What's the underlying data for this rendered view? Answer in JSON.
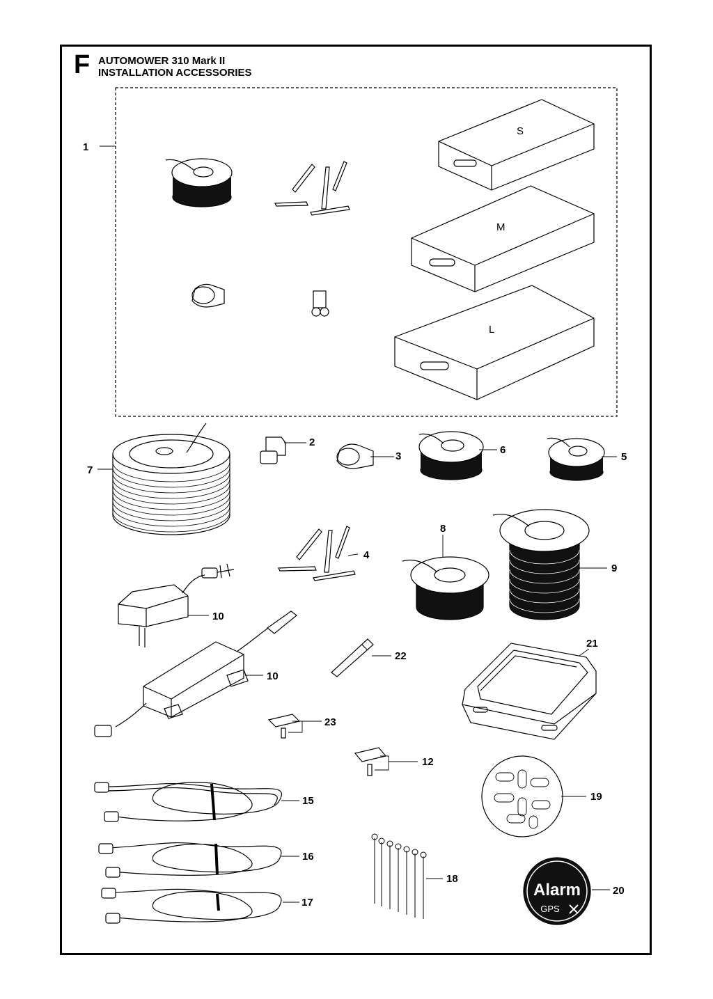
{
  "header": {
    "section_letter": "F",
    "title_line1": "AUTOMOWER 310 Mark II",
    "title_line2": "INSTALLATION ACCESSORIES"
  },
  "kit_sizes": [
    "S",
    "M",
    "L"
  ],
  "callouts": [
    {
      "id": "c1",
      "text": "1"
    },
    {
      "id": "c2",
      "text": "2"
    },
    {
      "id": "c3",
      "text": "3"
    },
    {
      "id": "c6",
      "text": "6"
    },
    {
      "id": "c5",
      "text": "5"
    },
    {
      "id": "c7",
      "text": "7"
    },
    {
      "id": "c4",
      "text": "4"
    },
    {
      "id": "c8",
      "text": "8"
    },
    {
      "id": "c9",
      "text": "9"
    },
    {
      "id": "c10a",
      "text": "10"
    },
    {
      "id": "c10b",
      "text": "10"
    },
    {
      "id": "c22",
      "text": "22"
    },
    {
      "id": "c21",
      "text": "21"
    },
    {
      "id": "c23",
      "text": "23"
    },
    {
      "id": "c12",
      "text": "12"
    },
    {
      "id": "c15",
      "text": "15"
    },
    {
      "id": "c19",
      "text": "19"
    },
    {
      "id": "c16",
      "text": "16"
    },
    {
      "id": "c18",
      "text": "18"
    },
    {
      "id": "c17",
      "text": "17"
    },
    {
      "id": "c20",
      "text": "20"
    }
  ],
  "sticker": {
    "line1": "Alarm",
    "line2": "GPS"
  }
}
